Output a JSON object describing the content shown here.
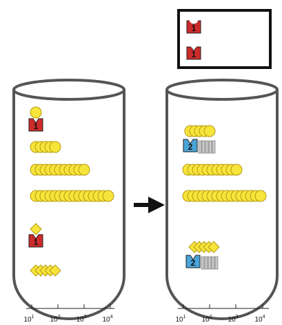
{
  "legend": {
    "items": [
      {
        "label": "1",
        "shape": "circle",
        "color": "#cc2b2b"
      },
      {
        "label": "1",
        "shape": "diamond",
        "color": "#cc2b2b"
      }
    ]
  },
  "left_tube": {
    "groups": [
      {
        "shape": "circle",
        "count": 1,
        "label": "1"
      },
      {
        "shape": "circle",
        "count": 5
      },
      {
        "shape": "circle",
        "count": 11
      },
      {
        "shape": "circle",
        "count": 16
      },
      {
        "shape": "diamond",
        "count": 1,
        "label": "1"
      },
      {
        "shape": "diamond",
        "count": 5
      }
    ]
  },
  "right_tube": {
    "groups": [
      {
        "shape": "circle",
        "count": 5,
        "label": "2"
      },
      {
        "shape": "circle",
        "count": 11
      },
      {
        "shape": "circle",
        "count": 16
      },
      {
        "shape": "diamond",
        "count": 5,
        "label": "2"
      }
    ]
  },
  "axis": {
    "ticks": [
      {
        "base": "10",
        "exp": "1"
      },
      {
        "base": "10",
        "exp": "2"
      },
      {
        "base": "10",
        "exp": "3"
      },
      {
        "base": "10",
        "exp": "4"
      }
    ]
  },
  "colors": {
    "bead": "#f7e43a",
    "bead_stroke": "#b59a14",
    "antibody_1": "#cc2b2b",
    "antibody_2": "#4aa3d6",
    "ghost": "#c9c9c9",
    "outline": "#555555"
  }
}
